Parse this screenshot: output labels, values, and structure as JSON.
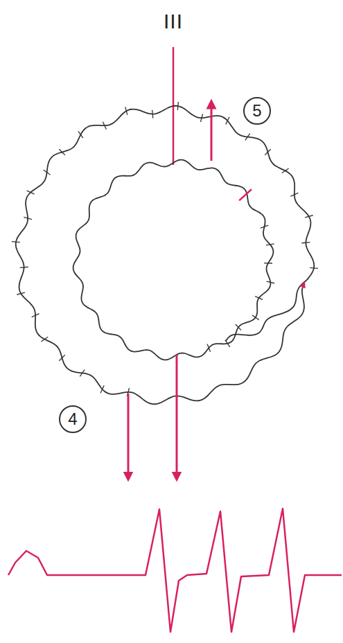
{
  "diagram": {
    "labels": [
      "III",
      "5",
      "4"
    ]
  }
}
